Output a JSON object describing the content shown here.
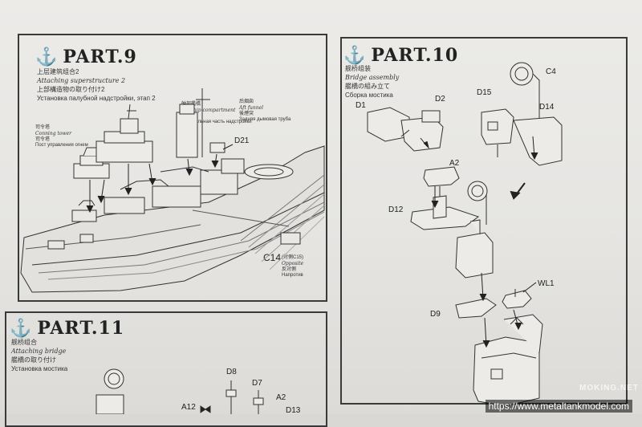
{
  "part9": {
    "title": "PART.9",
    "sub_cn": "上层建筑组合2",
    "sub_en": "Attaching superstructure 2",
    "sub_jp": "上部構造物の取り付け2",
    "sub_ru": "Установка палубной надстройки, этап 2",
    "labels": {
      "d21": "D21",
      "c14": "C14",
      "c14_note": "(対側C15)",
      "c14_en": "Opposite",
      "c14_cn": "反対側",
      "c14_ru": "Напротив",
      "mid_cn": "舯部艦橋",
      "mid_en": "Midship compartment",
      "mid_jp": "船橋",
      "mid_ru": "Центральная часть надстройки",
      "aft_cn": "后烟囱",
      "aft_en": "Aft funnel",
      "aft_jp": "後煙突",
      "aft_ru": "Задняя дымовая труба",
      "ct_cn": "司令塔",
      "ct_en": "Conning tower",
      "ct_jp": "司令塔",
      "ct_ru": "Пост управления огнем"
    }
  },
  "part10": {
    "title": "PART.10",
    "sub_cn": "舰桥组装",
    "sub_en": "Bridge assembly",
    "sub_jp": "艦橋の組み立て",
    "sub_ru": "Сборка мостика",
    "labels": {
      "c4": "C4",
      "d1": "D1",
      "d2": "D2",
      "d15": "D15",
      "d14": "D14",
      "a2": "A2",
      "d12": "D12",
      "wl1": "WL1",
      "d9": "D9"
    }
  },
  "part11": {
    "title": "PART.11",
    "sub_cn": "舰桥组合",
    "sub_en": "Attaching bridge",
    "sub_jp": "艦橋の取り付け",
    "sub_ru": "Установка мостика",
    "labels": {
      "d8": "D8",
      "d7": "D7",
      "a2": "A2",
      "a12": "A12",
      "d13": "D13"
    }
  },
  "watermark": {
    "url": "https://www.metaltankmodel.com",
    "brand": "MOKING.NET"
  }
}
